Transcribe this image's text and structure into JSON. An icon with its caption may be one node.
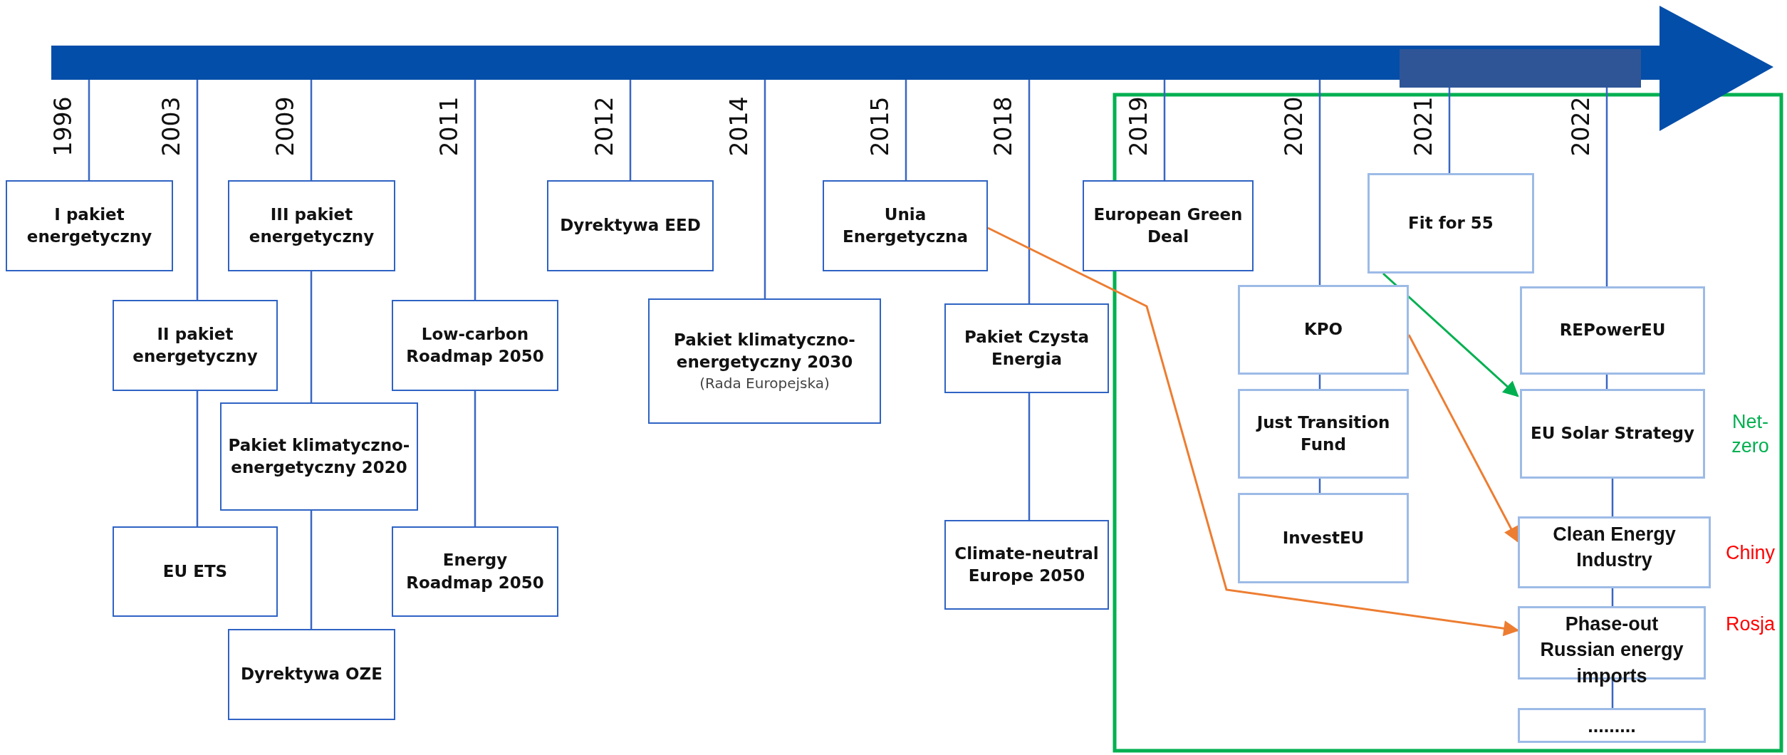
{
  "diagram": {
    "nodes": [
      {
        "text": [],
        "shape": "bar"
      },
      {
        "text": [
          "I pakiet energetyczny"
        ]
      },
      {
        "text": [
          "II pakiet energetyczny"
        ]
      },
      {
        "text": [
          "EU ETS"
        ]
      },
      {
        "text": [
          "III pakiet energetyczny"
        ]
      },
      {
        "text": [
          "Pakiet klimatyczno-energetyczny 2020"
        ]
      },
      {
        "text": [
          "Dyrektywa OZE"
        ]
      },
      {
        "text": [
          "Low-carbon Roadmap 2050"
        ]
      },
      {
        "text": [
          "Energy Roadmap 2050"
        ]
      },
      {
        "text": [
          "Dyrektywa EED"
        ]
      },
      {
        "text": [
          "Pakiet klimatyczno-energetyczny 2030",
          "(Rada Europejska)"
        ]
      },
      {
        "text": [
          "Unia Energetyczna"
        ]
      },
      {
        "text": [
          "Pakiet Czysta Energia"
        ]
      },
      {
        "text": [
          "Climate-neutral Europe 2050"
        ]
      },
      {
        "text": [
          "European Green Deal"
        ]
      },
      {
        "text": [
          "KPO"
        ]
      },
      {
        "text": [
          "Just Transition Fund"
        ]
      },
      {
        "text": [
          "InvestEU"
        ]
      },
      {
        "text": [
          "Fit for 55"
        ]
      },
      {
        "text": [
          "REPowerEU"
        ]
      },
      {
        "text": [
          "EU Solar Strategy"
        ],
        "beside": [
          "Net-zero"
        ]
      },
      {
        "text": [
          "Clean Energy Industry"
        ],
        "beside": [
          "Chiny"
        ]
      },
      {
        "text": [
          "Phase-out Russian energy imports"
        ],
        "beside": [
          "Rosja"
        ]
      },
      {
        "text": [
          "........."
        ]
      }
    ],
    "edges": [
      {
        "from": 0,
        "to": 1,
        "arrow": "none"
      },
      {
        "from": 0,
        "to": 2,
        "arrow": "none"
      },
      {
        "from": 2,
        "to": 3,
        "arrow": "none"
      },
      {
        "from": 0,
        "to": 4,
        "arrow": "none"
      },
      {
        "from": 4,
        "to": 5,
        "arrow": "none"
      },
      {
        "from": 5,
        "to": 6,
        "arrow": "none"
      },
      {
        "from": 0,
        "to": 7,
        "arrow": "none"
      },
      {
        "from": 7,
        "to": 8,
        "arrow": "none"
      },
      {
        "from": 0,
        "to": 9,
        "arrow": "none"
      },
      {
        "from": 0,
        "to": 10,
        "arrow": "none"
      },
      {
        "from": 0,
        "to": 11,
        "arrow": "none"
      },
      {
        "from": 0,
        "to": 12,
        "arrow": "none"
      },
      {
        "from": 12,
        "to": 13,
        "arrow": "none"
      },
      {
        "from": 0,
        "to": 14,
        "arrow": "none"
      },
      {
        "from": 0,
        "to": 15,
        "arrow": "none"
      },
      {
        "from": 15,
        "to": 16,
        "arrow": "none"
      },
      {
        "from": 16,
        "to": 17,
        "arrow": "none"
      },
      {
        "from": 0,
        "to": 18,
        "arrow": "none"
      },
      {
        "from": 0,
        "to": 19,
        "arrow": "none"
      },
      {
        "from": 19,
        "to": 20,
        "arrow": "none"
      },
      {
        "from": 20,
        "to": 21,
        "arrow": "none"
      },
      {
        "from": 21,
        "to": 22,
        "arrow": "none"
      },
      {
        "from": 22,
        "to": 23,
        "arrow": "none"
      },
      {
        "from": 11,
        "to": 22,
        "arrow": "to",
        "color": "#ed7d31"
      },
      {
        "from": 15,
        "to": 21,
        "arrow": "to",
        "color": "#ed7d31"
      },
      {
        "from": 18,
        "to": 20,
        "arrow": "to",
        "color": "#00b050"
      }
    ],
    "labels": [
      "1996",
      "2003",
      "2009",
      "2011",
      "2012",
      "2014",
      "2015",
      "2018",
      "2019",
      "2020",
      "2021",
      "2022"
    ]
  }
}
